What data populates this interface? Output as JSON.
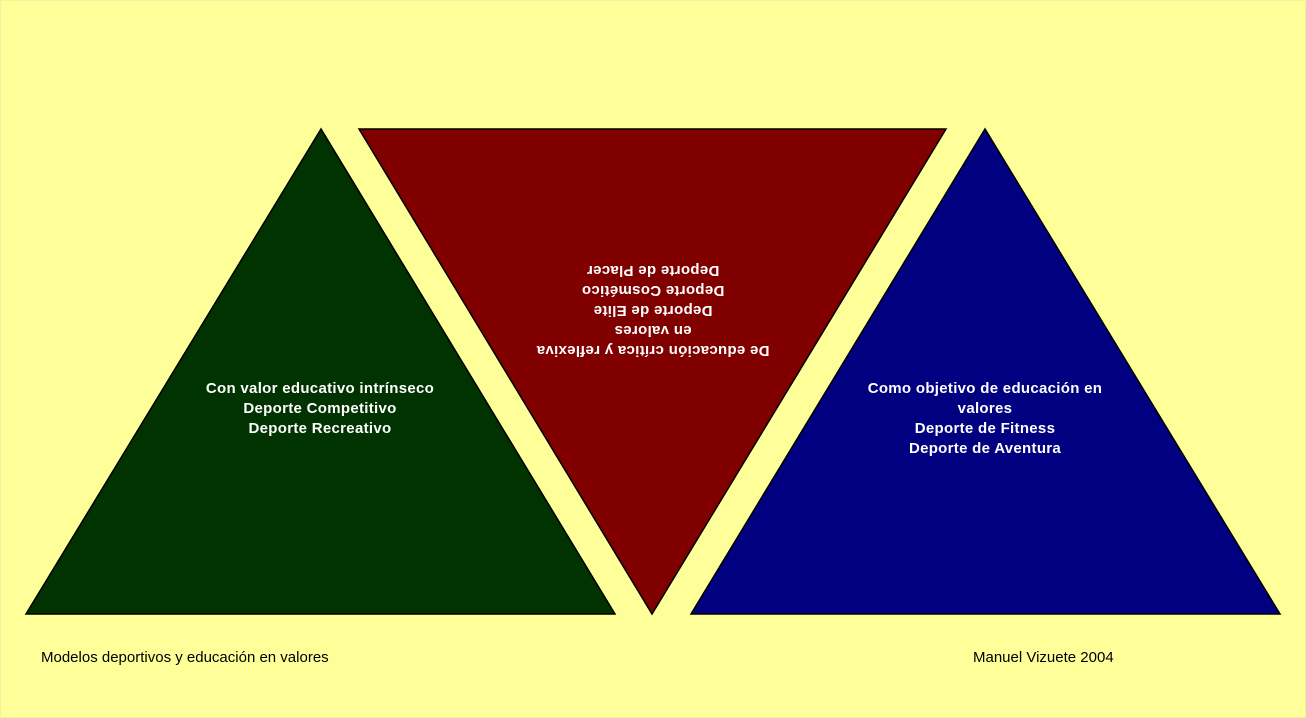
{
  "triangles": {
    "green": {
      "color": "#003300",
      "lines": [
        "Con valor educativo intrínseco",
        "Deporte Competitivo",
        "Deporte Recreativo"
      ]
    },
    "red": {
      "color": "#800000",
      "lines": [
        "De educación  crítica y reflexiva",
        "en valores",
        "Deporte de Elite",
        "Deporte Cosmético",
        "Deporte de Placer"
      ]
    },
    "blue": {
      "color": "#000080",
      "lines": [
        "Como objetivo de educación en",
        "valores",
        "Deporte de Fitness",
        "Deporte de Aventura"
      ]
    }
  },
  "footer": {
    "left": "Modelos deportivos y educación en valores",
    "right": "Manuel Vizuete 2004"
  },
  "colors": {
    "background": "#ffff99"
  }
}
